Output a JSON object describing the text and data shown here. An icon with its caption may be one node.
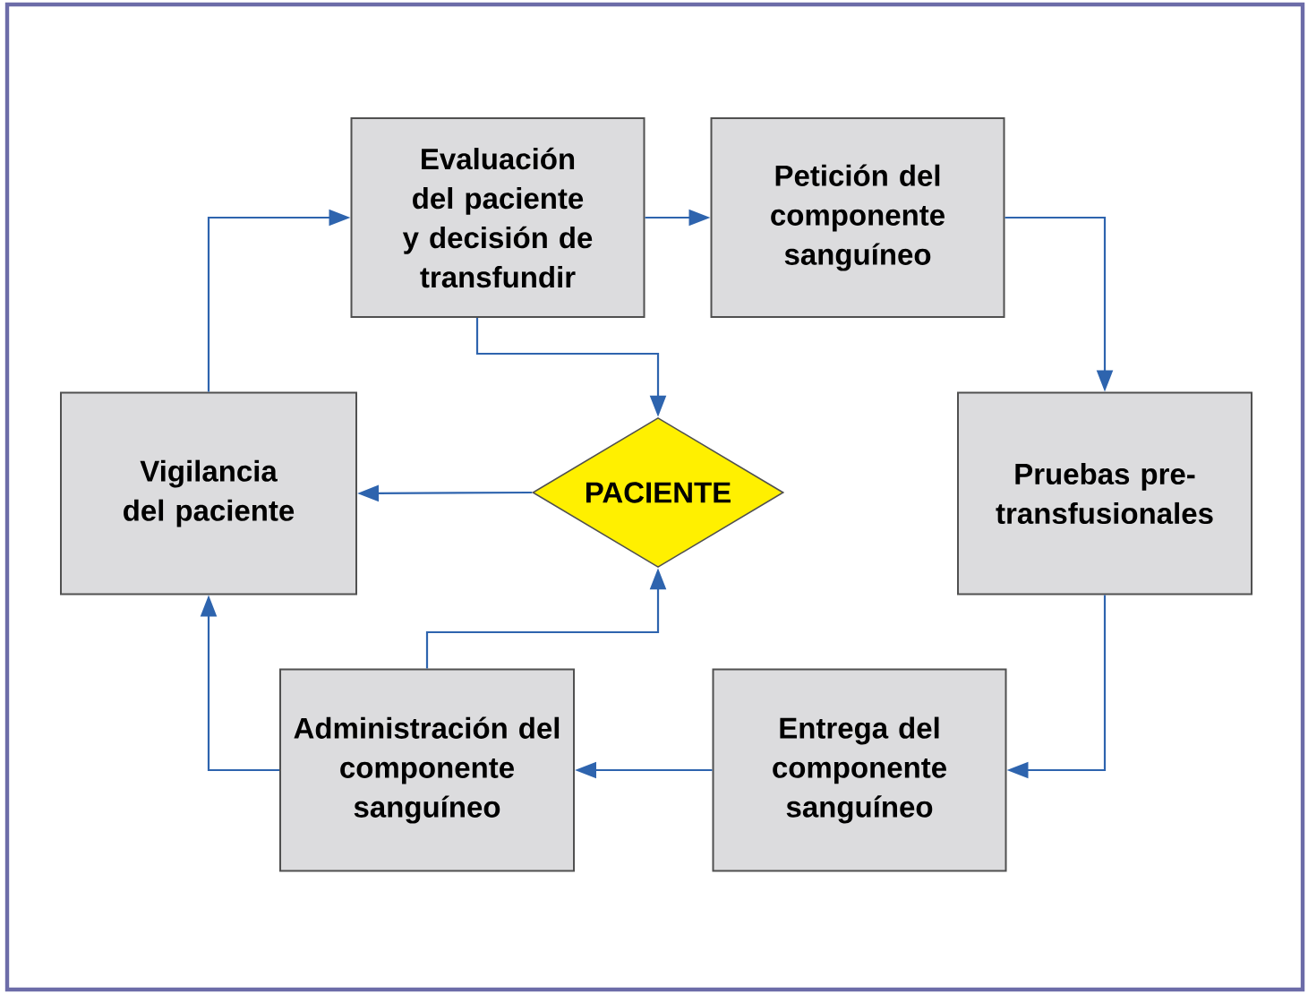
{
  "diagram": {
    "nodes": [
      {
        "text": [
          "Evaluación del paciente y decisión de transfundir"
        ]
      },
      {
        "text": [
          "Petición del componente sanguíneo"
        ]
      },
      {
        "text": [
          "Pruebas pre-transfusionales"
        ]
      },
      {
        "text": [
          "Entrega del componente sanguíneo"
        ]
      },
      {
        "text": [
          "Administración del componente sanguíneo"
        ]
      },
      {
        "text": [
          "Vigilancia del paciente"
        ]
      },
      {
        "text": [
          "PACIENTE"
        ]
      }
    ],
    "edges": [
      {
        "from": 0,
        "to": 1,
        "arrow": "to"
      },
      {
        "from": 1,
        "to": 2,
        "arrow": "to"
      },
      {
        "from": 2,
        "to": 3,
        "arrow": "to"
      },
      {
        "from": 3,
        "to": 4,
        "arrow": "to"
      },
      {
        "from": 4,
        "to": 6,
        "arrow": "to"
      },
      {
        "from": 4,
        "to": 5,
        "arrow": "to"
      },
      {
        "from": 5,
        "to": 0,
        "arrow": "to"
      },
      {
        "from": 0,
        "to": 6,
        "arrow": "to"
      },
      {
        "from": 6,
        "to": 5,
        "arrow": "to"
      }
    ]
  }
}
